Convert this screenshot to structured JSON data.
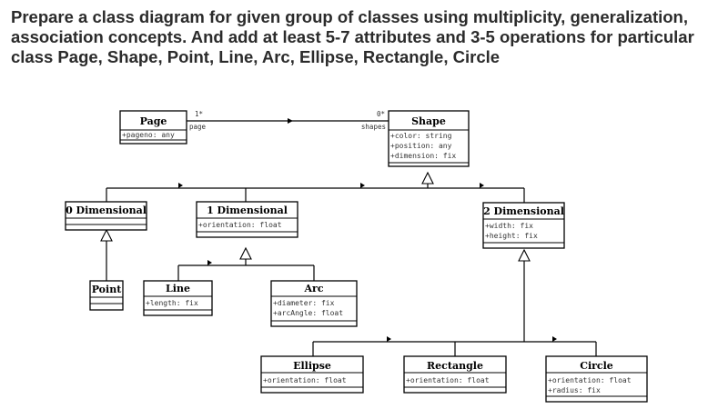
{
  "question": "Prepare a class diagram for given group of classes using multiplicity, generalization, association concepts. And add at least 5-7 attributes and 3-5 operations for particular class Page, Shape, Point, Line, Arc, Ellipse, Rectangle, Circle",
  "classes": {
    "page": {
      "name": "Page",
      "attrs": [
        "+pageno: any"
      ]
    },
    "shape": {
      "name": "Shape",
      "attrs": [
        "+color: string",
        "+position: any",
        "+dimension: fix"
      ]
    },
    "zero_dim": {
      "name": "0 Dimensional",
      "attrs": []
    },
    "one_dim": {
      "name": "1 Dimensional",
      "attrs": [
        "+orientation: float"
      ]
    },
    "two_dim": {
      "name": "2 Dimensional",
      "attrs": [
        "+width: fix",
        "+height: fix"
      ]
    },
    "point": {
      "name": "Point",
      "attrs": []
    },
    "line": {
      "name": "Line",
      "attrs": [
        "+length: fix"
      ]
    },
    "arc": {
      "name": "Arc",
      "attrs": [
        "+diameter: fix",
        "+arcAngle: float"
      ]
    },
    "ellipse": {
      "name": "Ellipse",
      "attrs": [
        "+orientation: float"
      ]
    },
    "rectangle": {
      "name": "Rectangle",
      "attrs": [
        "+orientation: float"
      ]
    },
    "circle": {
      "name": "Circle",
      "attrs": [
        "+orientation: float",
        "+radius: fix"
      ]
    }
  },
  "association": {
    "page_multiplicity": "1*",
    "page_role": "page",
    "shape_multiplicity": "0*",
    "shape_role": "shapes"
  }
}
